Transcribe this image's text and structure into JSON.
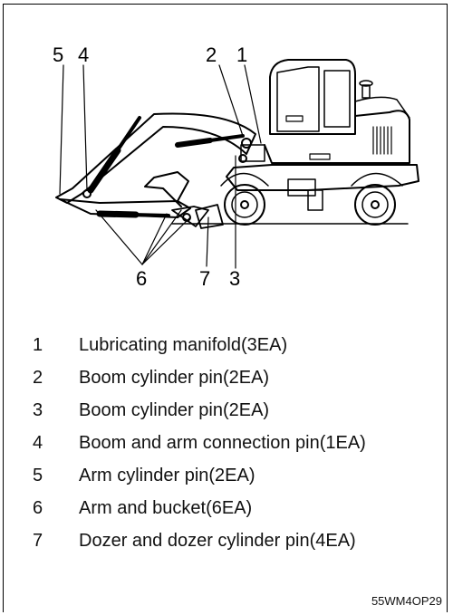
{
  "figure": {
    "callouts": [
      "5",
      "4",
      "2",
      "1",
      "6",
      "7",
      "3"
    ],
    "code": "55WM4OP29"
  },
  "legend": {
    "items": [
      {
        "num": "1",
        "text": "Lubricating manifold(3EA)"
      },
      {
        "num": "2",
        "text": "Boom cylinder pin(2EA)"
      },
      {
        "num": "3",
        "text": "Boom cylinder pin(2EA)"
      },
      {
        "num": "4",
        "text": "Boom and arm connection pin(1EA)"
      },
      {
        "num": "5",
        "text": "Arm cylinder pin(2EA)"
      },
      {
        "num": "6",
        "text": "Arm and bucket(6EA)"
      },
      {
        "num": "7",
        "text": "Dozer and dozer cylinder pin(4EA)"
      }
    ]
  }
}
